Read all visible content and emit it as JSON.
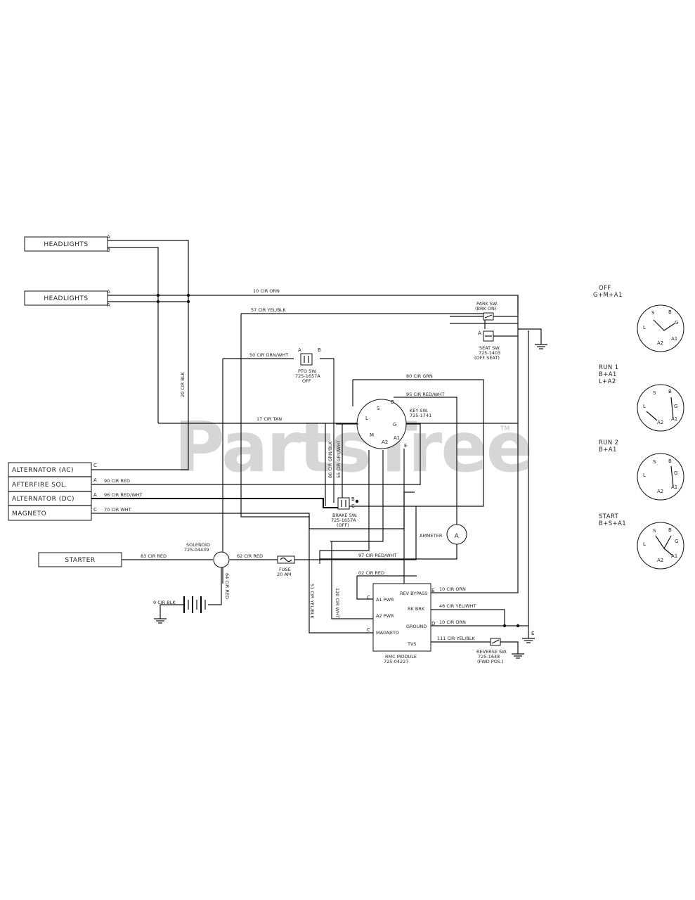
{
  "components": {
    "headlights_top": "HEADLIGHTS",
    "headlights_bottom": "HEADLIGHTS",
    "alternator_ac": "ALTERNATOR (AC)",
    "afterfire_sol": "AFTERFIRE SOL.",
    "alternator_dc": "ALTERNATOR (DC)",
    "magneto": "MAGNETO",
    "starter": "STARTER",
    "solenoid": "SOLENOID",
    "solenoid_pn": "725-04439",
    "fuse": "FUSE",
    "fuse_rating": "20 AM",
    "pto_sw": "PTO SW.",
    "pto_sw_pn": "725-1657A",
    "pto_sw_state": "OFF",
    "brake_sw": "BRAKE SW.",
    "brake_sw_pn": "725-1657A",
    "brake_sw_state": "(OFF)",
    "park_sw": "PARK SW.",
    "park_sw_state": "(BRK ON)",
    "seat_sw": "SEAT SW.",
    "seat_sw_pn": "725-1403",
    "seat_sw_state": "(OFF SEAT)",
    "key_sw": "KEY SW.",
    "key_sw_pn": "725-1741",
    "ammeter": "AMMETER",
    "rmc_module": "RMC MODULE",
    "rmc_module_pn": "725-04227",
    "reverse_sw": "REVERSE SW.",
    "reverse_sw_pn": "725-1648",
    "reverse_sw_state": "(FWD POS.)"
  },
  "rmc_pins": {
    "a1": "A1 PWR",
    "a2": "A2 PWR",
    "magneto": "MAGNETO",
    "rev_bypass": "REV BYPASS",
    "rk_brk": "RK BRK",
    "ground": "GROUND",
    "tvs": "TVS"
  },
  "wires": {
    "w10_orn": "10 CIR ORN",
    "w57": "57 CIR YEL/BLK",
    "w50": "50 CIR GRN/WHT",
    "w20": "20 CIR BLK",
    "w17": "17 CIR TAN",
    "w80": "80 CIR GRN",
    "w95": "95 CIR RED/WHT",
    "w90": "90 CIR RED",
    "w96": "96 CIR RED/WHT",
    "w70": "70 CIR WHT",
    "w83": "83 CIR RED",
    "w62": "62 CIR RED",
    "w64": "64 CIR RED",
    "w9": "9 CIR BLK",
    "w97": "97 CIR RED/WHT",
    "w02": "02 CIR RED",
    "w120": "120 CIR WHT",
    "w51": "51 CIR YEL/BLK",
    "w86": "86 CIR GRN/BLK",
    "w55": "55 CIR GRY/WHT",
    "w10_orn_rmc": "10 CIR ORN",
    "w46": "46 CIR YEL/WHT",
    "w10_orn_gnd": "10 CIR ORN",
    "w111": "111 CIR YEL/BLK"
  },
  "pins": {
    "hl1_a": "A",
    "hl1_b": "B",
    "hl2_a": "A",
    "hl2_b": "A",
    "key_s": "S",
    "key_l": "L",
    "key_b": "B",
    "key_g": "G",
    "key_m": "M",
    "key_a1": "A1",
    "key_a2": "A2",
    "key_e": "E",
    "pto_a": "A",
    "pto_b": "B",
    "seat_a": "A",
    "alt_c": "C",
    "after_a": "A",
    "altdc_a": "A",
    "mag_c": "C",
    "brake_b": "B",
    "brake_c": "C",
    "rmc_c": "C",
    "rmc_cm": "C",
    "rmc_e": "E",
    "rmc_d": "D",
    "gnd_e": "E"
  },
  "key_states": [
    {
      "name": "OFF",
      "combo": "G+M+A1",
      "pins": [
        "L",
        "S",
        "B",
        "G",
        "A2",
        "A1"
      ]
    },
    {
      "name": "RUN 1",
      "combo": "B+A1",
      "combo2": "L+A2",
      "pins": [
        "L",
        "S",
        "B",
        "G",
        "A2",
        "A1"
      ]
    },
    {
      "name": "RUN 2",
      "combo": "B+A1",
      "pins": [
        "L",
        "S",
        "B",
        "G",
        "A2",
        "A1"
      ]
    },
    {
      "name": "START",
      "combo": "B+S+A1",
      "pins": [
        "L",
        "S",
        "B",
        "G",
        "A2",
        "A1"
      ]
    }
  ],
  "watermark": "PartsTree",
  "watermark_tm": "TM"
}
